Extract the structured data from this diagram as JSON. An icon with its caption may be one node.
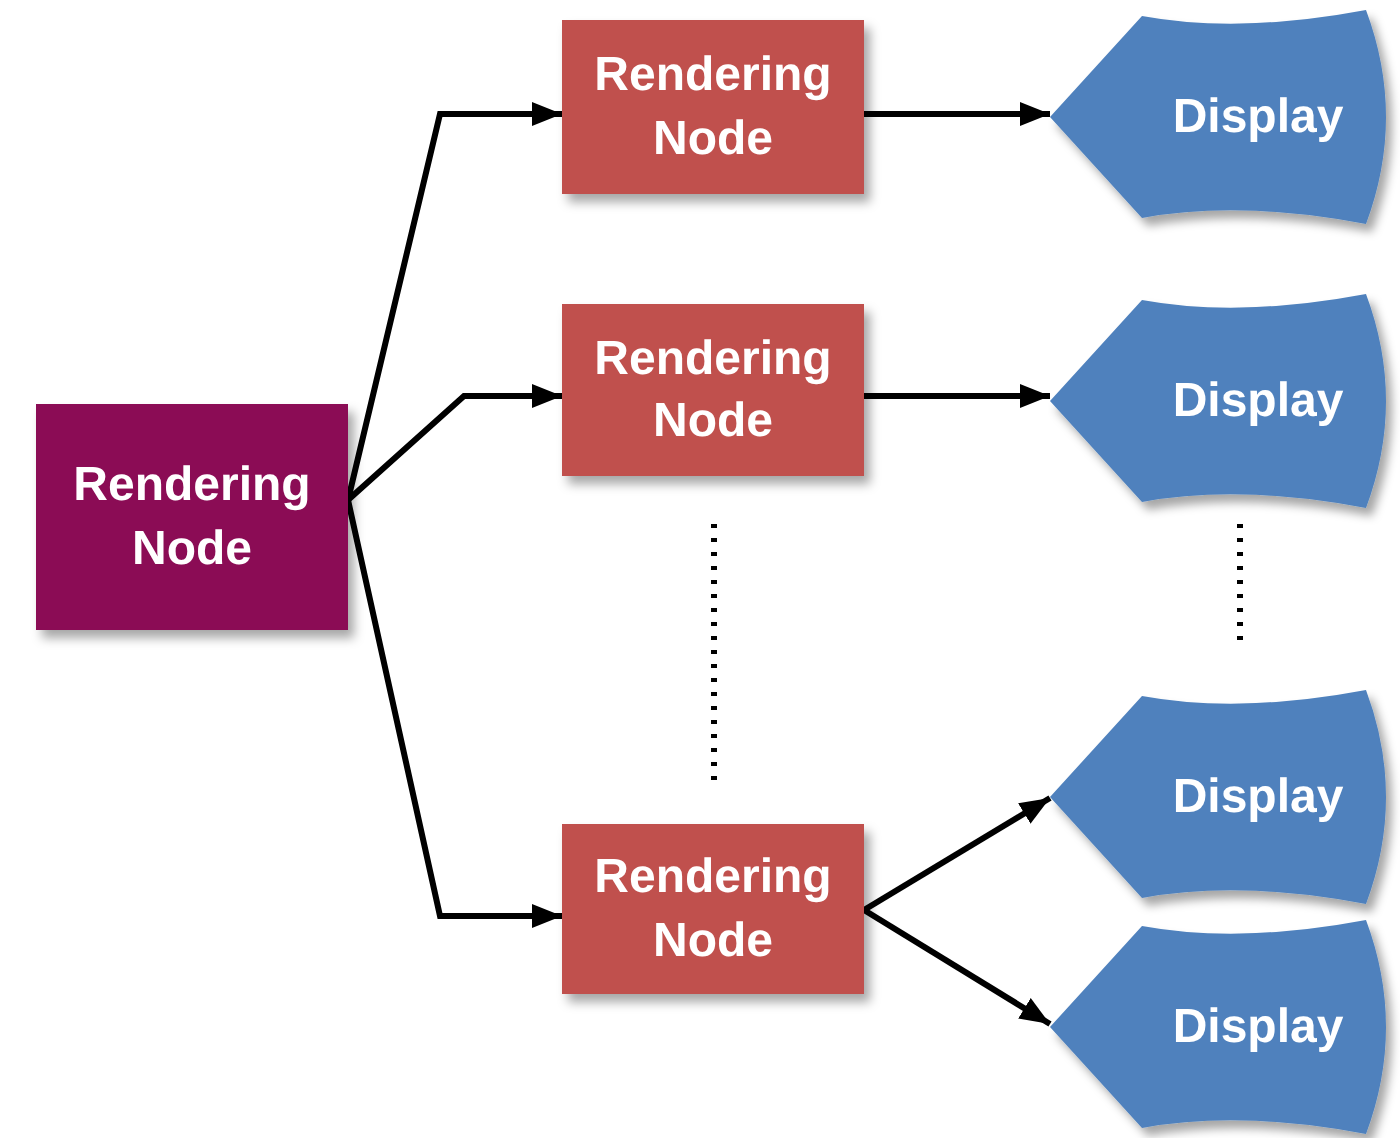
{
  "diagram": {
    "nodes": [
      {
        "text": [
          "Rendering Node"
        ]
      },
      {
        "text": [
          "Rendering Node"
        ]
      },
      {
        "text": [
          "Rendering Node"
        ]
      },
      {
        "text": [
          "Rendering Node"
        ]
      },
      {
        "text": [
          "Display"
        ]
      },
      {
        "text": [
          "Display"
        ]
      },
      {
        "text": [
          "Display"
        ]
      },
      {
        "text": [
          "Display"
        ]
      }
    ],
    "edges": [
      {
        "from": 0,
        "to": 1,
        "arrow": "to"
      },
      {
        "from": 0,
        "to": 2,
        "arrow": "to"
      },
      {
        "from": 0,
        "to": 3,
        "arrow": "to"
      },
      {
        "from": 1,
        "to": 4,
        "arrow": "to"
      },
      {
        "from": 2,
        "to": 5,
        "arrow": "to"
      },
      {
        "from": 3,
        "to": 6,
        "arrow": "to"
      },
      {
        "from": 3,
        "to": 7,
        "arrow": "to"
      }
    ]
  }
}
